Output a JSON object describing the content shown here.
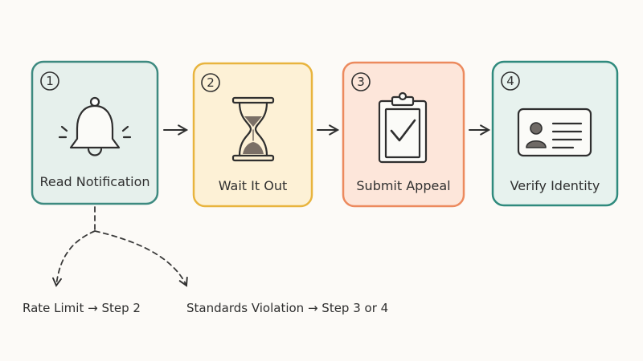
{
  "colors": {
    "ink": "#2f2f2f",
    "step1_border": "#3d8a80",
    "step1_fill": "#e6f0ec",
    "step2_border": "#e8b43e",
    "step2_fill": "#fdf1d6",
    "step3_border": "#ec8a5e",
    "step3_fill": "#fde6da",
    "step4_border": "#2f8a7d",
    "step4_fill": "#e7f2ee"
  },
  "steps": [
    {
      "number": "1",
      "label": "Read Notification",
      "icon": "bell-icon"
    },
    {
      "number": "2",
      "label": "Wait It Out",
      "icon": "hourglass-icon"
    },
    {
      "number": "3",
      "label": "Submit Appeal",
      "icon": "clipboard-check-icon"
    },
    {
      "number": "4",
      "label": "Verify Identity",
      "icon": "id-card-icon"
    }
  ],
  "branches": [
    {
      "label": "Rate Limit → Step 2"
    },
    {
      "label": "Standards Violation → Step 3 or 4"
    }
  ]
}
